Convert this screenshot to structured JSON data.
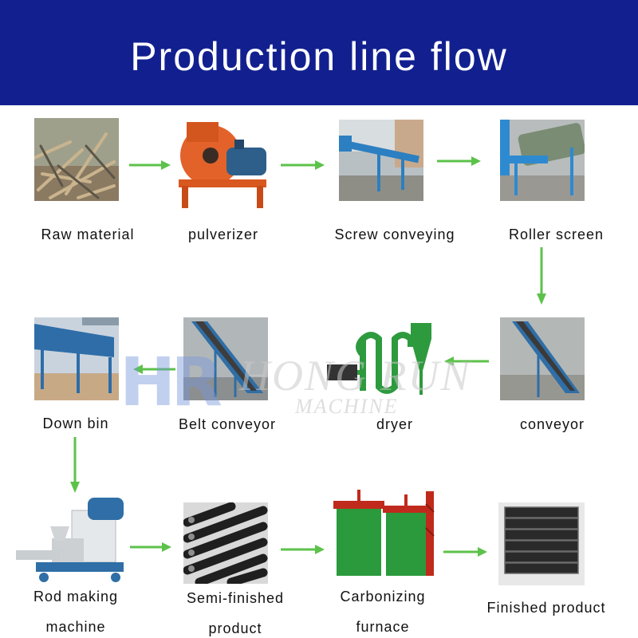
{
  "header": {
    "title": "Production line flow"
  },
  "watermark": {
    "mark": "HR",
    "name": "HONG RUN",
    "sub": "MACHINE"
  },
  "steps": {
    "raw_material": {
      "label": "Raw material"
    },
    "pulverizer": {
      "label": "pulverizer"
    },
    "screw_conveying": {
      "label": "Screw conveying"
    },
    "roller_screen": {
      "label": "Roller screen"
    },
    "conveyor": {
      "label": "conveyor"
    },
    "dryer": {
      "label": "dryer"
    },
    "belt_conveyor": {
      "label": "Belt conveyor"
    },
    "down_bin": {
      "label": "Down bin"
    },
    "rod_making": {
      "label_1": "Rod making",
      "label_2": "machine"
    },
    "semi_finished": {
      "label_1": "Semi-finished",
      "label_2": "product"
    },
    "carbonizing": {
      "label_1": "Carbonizing",
      "label_2": "furnace"
    },
    "finished": {
      "label": "Finished product"
    }
  },
  "colors": {
    "header": "#12208f",
    "arrow": "#5cc24a"
  }
}
